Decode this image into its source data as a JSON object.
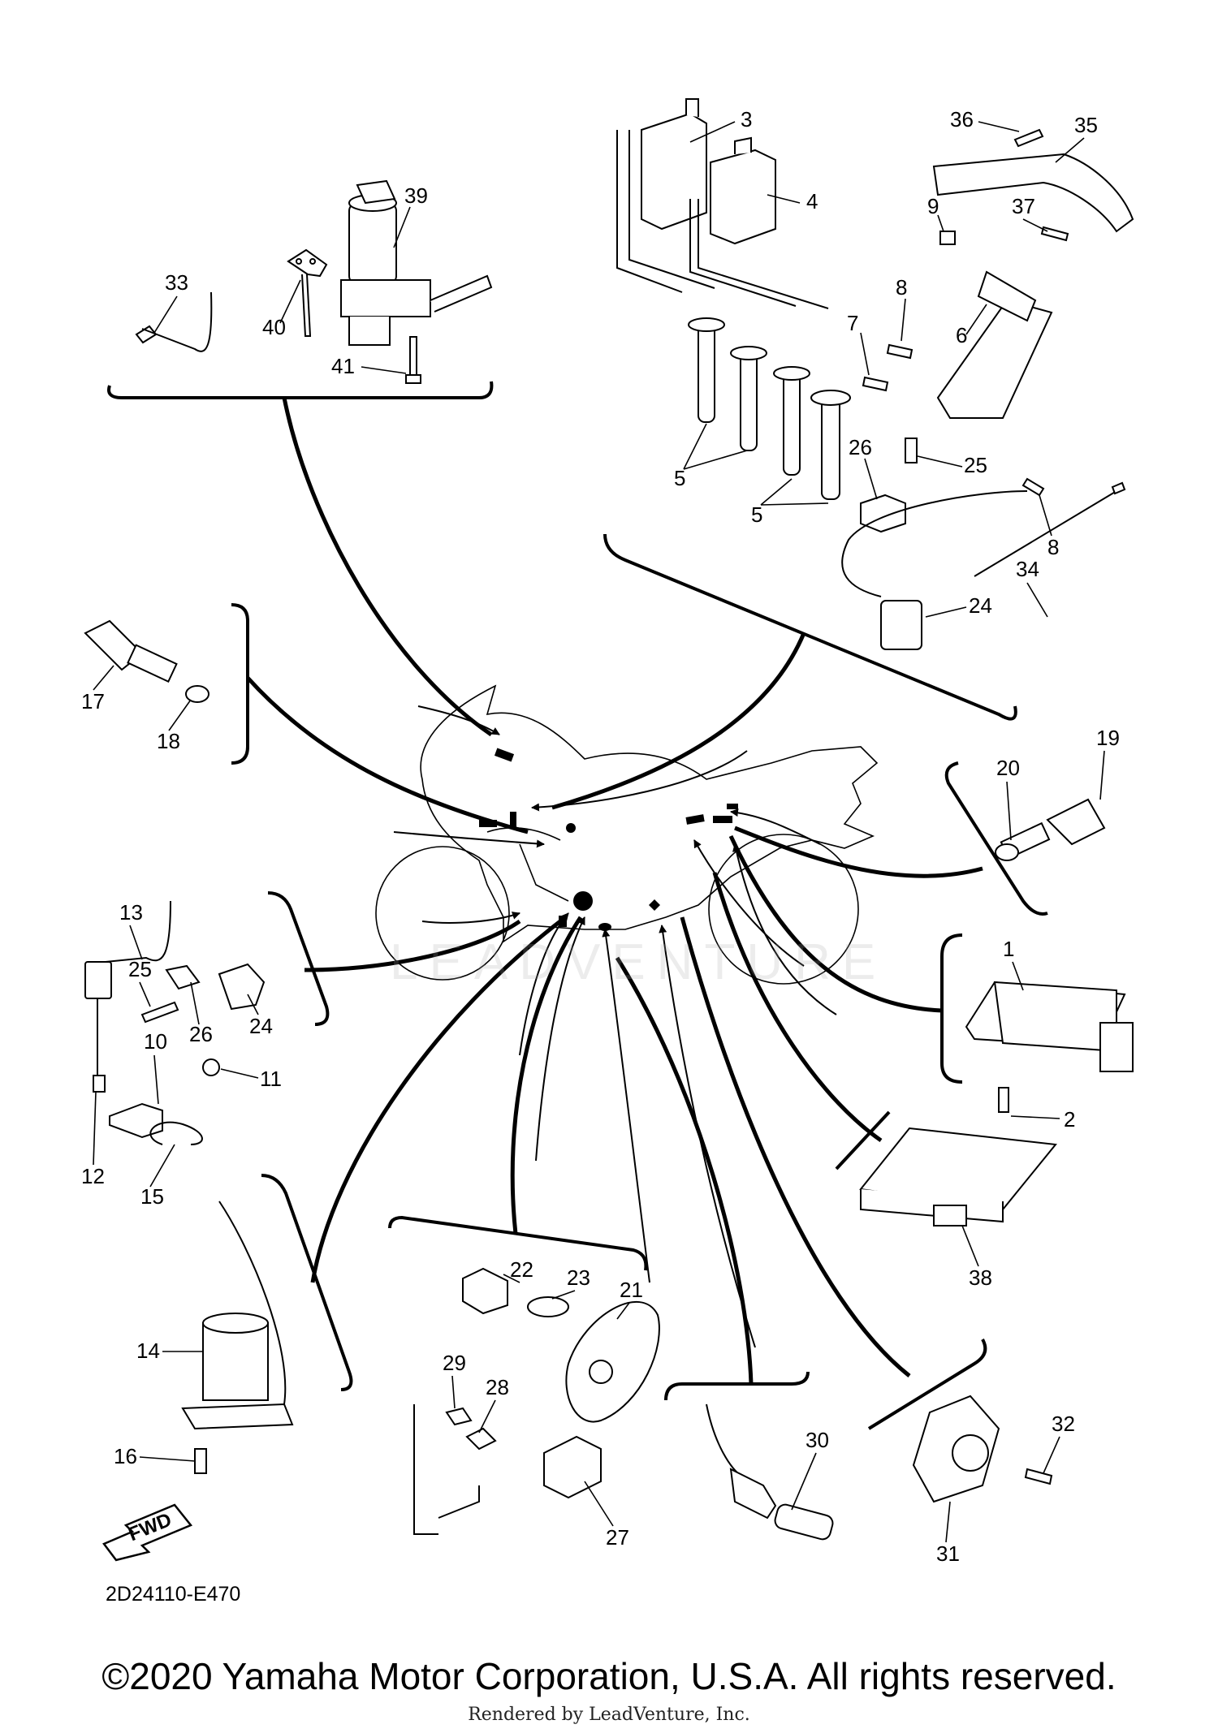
{
  "diagram": {
    "code": "2D24110-E470",
    "fwd_label": "FWD",
    "callouts": {
      "c1": "1",
      "c2": "2",
      "c3": "3",
      "c4": "4",
      "c5a": "5",
      "c5b": "5",
      "c6": "6",
      "c7": "7",
      "c8a": "8",
      "c8b": "8",
      "c9": "9",
      "c10": "10",
      "c11": "11",
      "c12": "12",
      "c13": "13",
      "c14": "14",
      "c15": "15",
      "c16": "16",
      "c17": "17",
      "c18": "18",
      "c19": "19",
      "c20": "20",
      "c21": "21",
      "c22": "22",
      "c23": "23",
      "c24a": "24",
      "c24b": "24",
      "c25a": "25",
      "c25b": "25",
      "c26a": "26",
      "c26b": "26",
      "c27": "27",
      "c28": "28",
      "c29": "29",
      "c30": "30",
      "c31": "31",
      "c32": "32",
      "c33": "33",
      "c34": "34",
      "c35": "35",
      "c36": "36",
      "c37": "37",
      "c38": "38",
      "c39": "39",
      "c40": "40",
      "c41": "41"
    }
  },
  "watermark": "LEADVENTURE",
  "footer": {
    "copyright": "©2020 Yamaha Motor Corporation, U.S.A. All rights reserved.",
    "rendered_by": "Rendered by LeadVenture, Inc."
  }
}
